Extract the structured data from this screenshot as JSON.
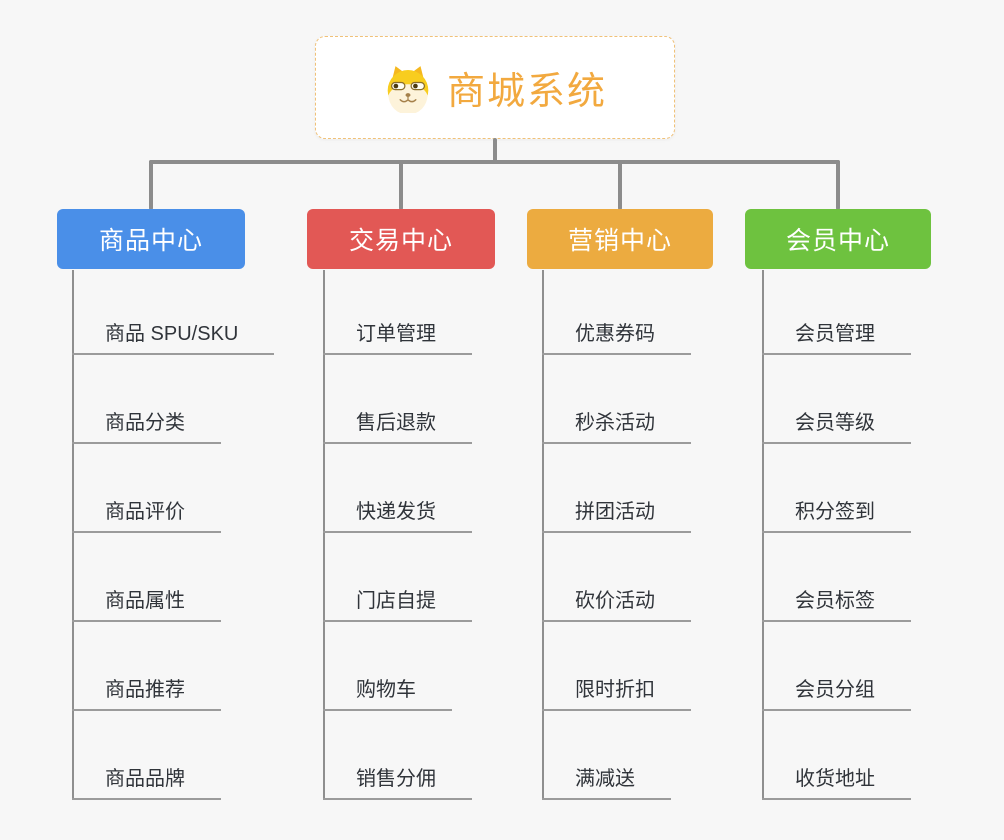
{
  "root": {
    "title": "商城系统",
    "icon": "doge-icon",
    "title_color": "#f2a93f",
    "border_color": "#f0c178"
  },
  "colors": {
    "background": "#f7f7f7",
    "connector": "#8c8c8c",
    "leaf_underline": "#9b9b9b",
    "leaf_text": "#30343a",
    "branch_product": "#4a8fe8",
    "branch_trade": "#e25855",
    "branch_marketing": "#ecab40",
    "branch_member": "#6ec23f"
  },
  "branches": [
    {
      "label": "商品中心",
      "color": "#4a8fe8",
      "items": [
        "商品 SPU/SKU",
        "商品分类",
        "商品评价",
        "商品属性",
        "商品推荐",
        "商品品牌"
      ]
    },
    {
      "label": "交易中心",
      "color": "#e25855",
      "items": [
        "订单管理",
        "售后退款",
        "快递发货",
        "门店自提",
        "购物车",
        "销售分佣"
      ]
    },
    {
      "label": "营销中心",
      "color": "#ecab40",
      "items": [
        "优惠券码",
        "秒杀活动",
        "拼团活动",
        "砍价活动",
        "限时折扣",
        "满减送"
      ]
    },
    {
      "label": "会员中心",
      "color": "#6ec23f",
      "items": [
        "会员管理",
        "会员等级",
        "积分签到",
        "会员标签",
        "会员分组",
        "收货地址"
      ]
    }
  ]
}
